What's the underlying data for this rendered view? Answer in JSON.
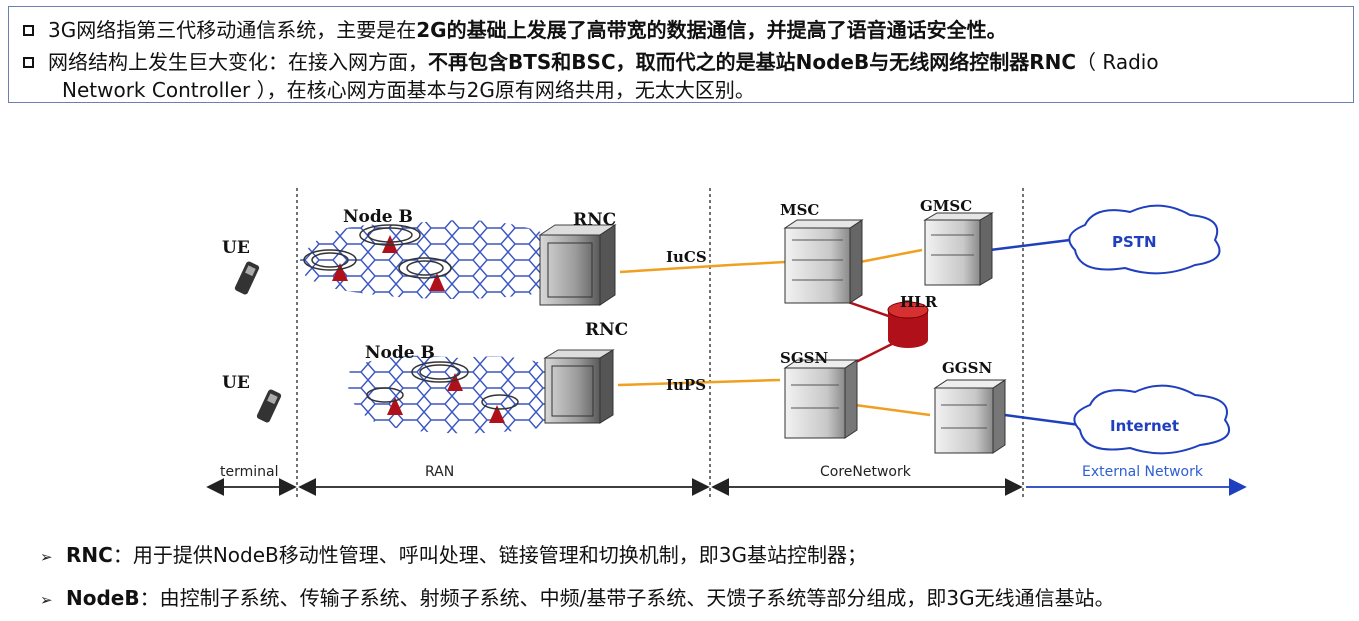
{
  "bullets": [
    {
      "plain1": "3G网络指第三代移动通信系统，主要是在",
      "bold1": "2G的基础上发展了高带宽的数据通信，并提高了语音通话安全性。"
    },
    {
      "plain1": "网络结构上发生巨大变化：在接入网方面，",
      "bold1": "不再包含BTS和BSC，取而代之的是基站NodeB与无线网络控制器RNC",
      "plain2": "（ Radio",
      "line2": "Network Controller ），在核心网方面基本与2G原有网络共用，无太大区别。"
    }
  ],
  "diagram": {
    "labels": {
      "node_b_top": "Node B",
      "node_b_bottom": "Node B",
      "ue_top": "UE",
      "ue_bottom": "UE",
      "rnc_top": "RNC",
      "rnc_bottom": "RNC",
      "iucs": "IuCS",
      "iups": "IuPS",
      "msc": "MSC",
      "gmsc": "GMSC",
      "hlr": "HLR",
      "sgsn": "SGSN",
      "ggsn": "GGSN",
      "pstn": "PSTN",
      "internet": "Internet"
    },
    "segments": {
      "terminal": "terminal",
      "ran": "RAN",
      "core": "CoreNetwork",
      "external": "External Network"
    }
  },
  "notes": [
    {
      "term": "RNC",
      "text": "：用于提供NodeB移动性管理、呼叫处理、链接管理和切换机制，即3G基站控制器；"
    },
    {
      "term": "NodeB",
      "text": "：由控制子系统、传输子系统、射频子系统、中频/基带子系统、天馈子系统等部分组成，即3G无线通信基站。"
    }
  ],
  "colors": {
    "box_border": "#6b7fb3",
    "link_orange": "#f0a020",
    "link_blue": "#1f3fbf",
    "external_label": "#2f5fd0",
    "hlr_red": "#b0101a"
  }
}
